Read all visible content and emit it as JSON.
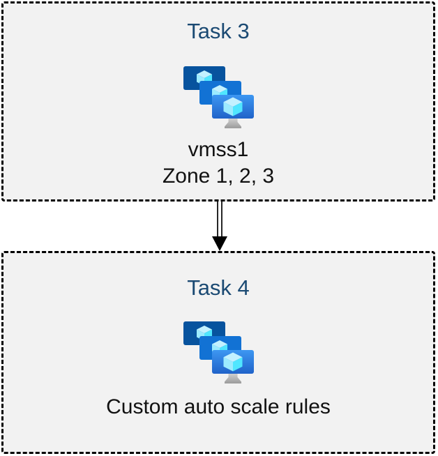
{
  "diagram": {
    "background_color": "#ffffff",
    "box_fill_color": "#f2f2f2",
    "box_border_color": "#000000",
    "title_color": "#1b4a73",
    "text_color": "#111111",
    "icon_colors": {
      "monitor_back": "#07539e",
      "monitor_middle": "#1272d4",
      "monitor_front_top": "#3d97f2",
      "monitor_front_bottom": "#2063c9",
      "cube_top": "#c3f1ff",
      "cube_left": "#9cebff",
      "cube_right": "#50e6ff",
      "stand": "#b9b9b9"
    },
    "tasks": [
      {
        "title": "Task 3",
        "icon": "vm-scale-sets",
        "lines": [
          "vmss1",
          "Zone 1, 2, 3"
        ]
      },
      {
        "title": "Task 4",
        "icon": "vm-scale-sets",
        "lines": [
          "Custom auto scale rules"
        ]
      }
    ],
    "connector": {
      "from": "Task 3",
      "to": "Task 4",
      "style": "double-line",
      "direction": "down"
    }
  }
}
